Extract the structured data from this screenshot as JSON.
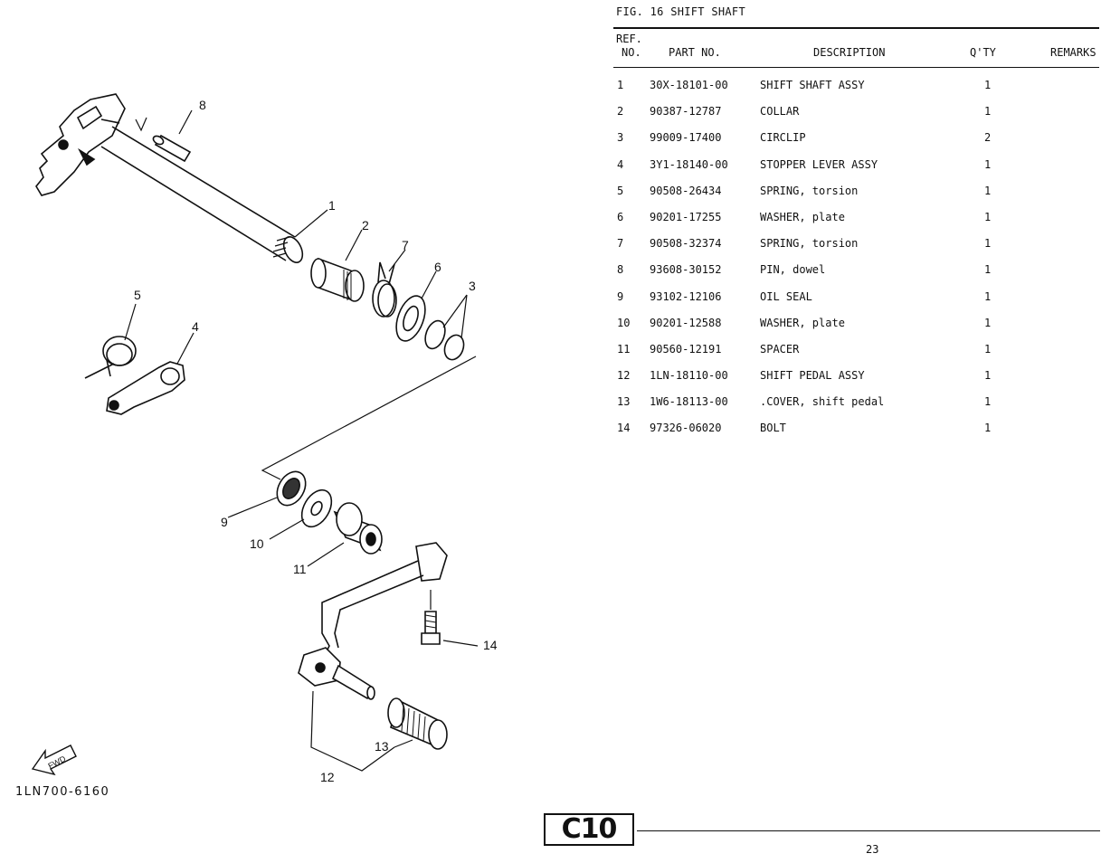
{
  "figure": {
    "title": "FIG. 16  SHIFT SHAFT",
    "diagram_code": "1LN700-6160",
    "fwd_label": "FWD",
    "callouts": [
      "1",
      "2",
      "3",
      "4",
      "5",
      "6",
      "7",
      "8",
      "9",
      "10",
      "11",
      "12",
      "13",
      "14"
    ]
  },
  "table": {
    "headers": {
      "ref": "REF.",
      "no": "NO.",
      "part": "PART NO.",
      "desc": "DESCRIPTION",
      "qty": "Q'TY",
      "remarks": "REMARKS"
    },
    "rows": [
      {
        "ref": "1",
        "part": "30X-18101-00",
        "desc": "SHIFT SHAFT ASSY",
        "qty": "1"
      },
      {
        "ref": "2",
        "part": "90387-12787",
        "desc": "COLLAR",
        "qty": "1"
      },
      {
        "ref": "3",
        "part": "99009-17400",
        "desc": "CIRCLIP",
        "qty": "2"
      },
      {
        "ref": "4",
        "part": "3Y1-18140-00",
        "desc": "STOPPER LEVER ASSY",
        "qty": "1"
      },
      {
        "ref": "5",
        "part": "90508-26434",
        "desc": "SPRING, torsion",
        "qty": "1"
      },
      {
        "ref": "6",
        "part": "90201-17255",
        "desc": "WASHER, plate",
        "qty": "1"
      },
      {
        "ref": "7",
        "part": "90508-32374",
        "desc": "SPRING, torsion",
        "qty": "1"
      },
      {
        "ref": "8",
        "part": "93608-30152",
        "desc": "PIN, dowel",
        "qty": "1"
      },
      {
        "ref": "9",
        "part": "93102-12106",
        "desc": "OIL SEAL",
        "qty": "1"
      },
      {
        "ref": "10",
        "part": "90201-12588",
        "desc": "WASHER, plate",
        "qty": "1"
      },
      {
        "ref": "11",
        "part": "90560-12191",
        "desc": "SPACER",
        "qty": "1"
      },
      {
        "ref": "12",
        "part": "1LN-18110-00",
        "desc": "SHIFT PEDAL ASSY",
        "qty": "1"
      },
      {
        "ref": "13",
        "part": "1W6-18113-00",
        "desc": ".COVER, shift pedal",
        "qty": "1"
      },
      {
        "ref": "14",
        "part": "97326-06020",
        "desc": "BOLT",
        "qty": "1"
      }
    ]
  },
  "footer": {
    "page_code": "C10",
    "page_number": "23"
  }
}
